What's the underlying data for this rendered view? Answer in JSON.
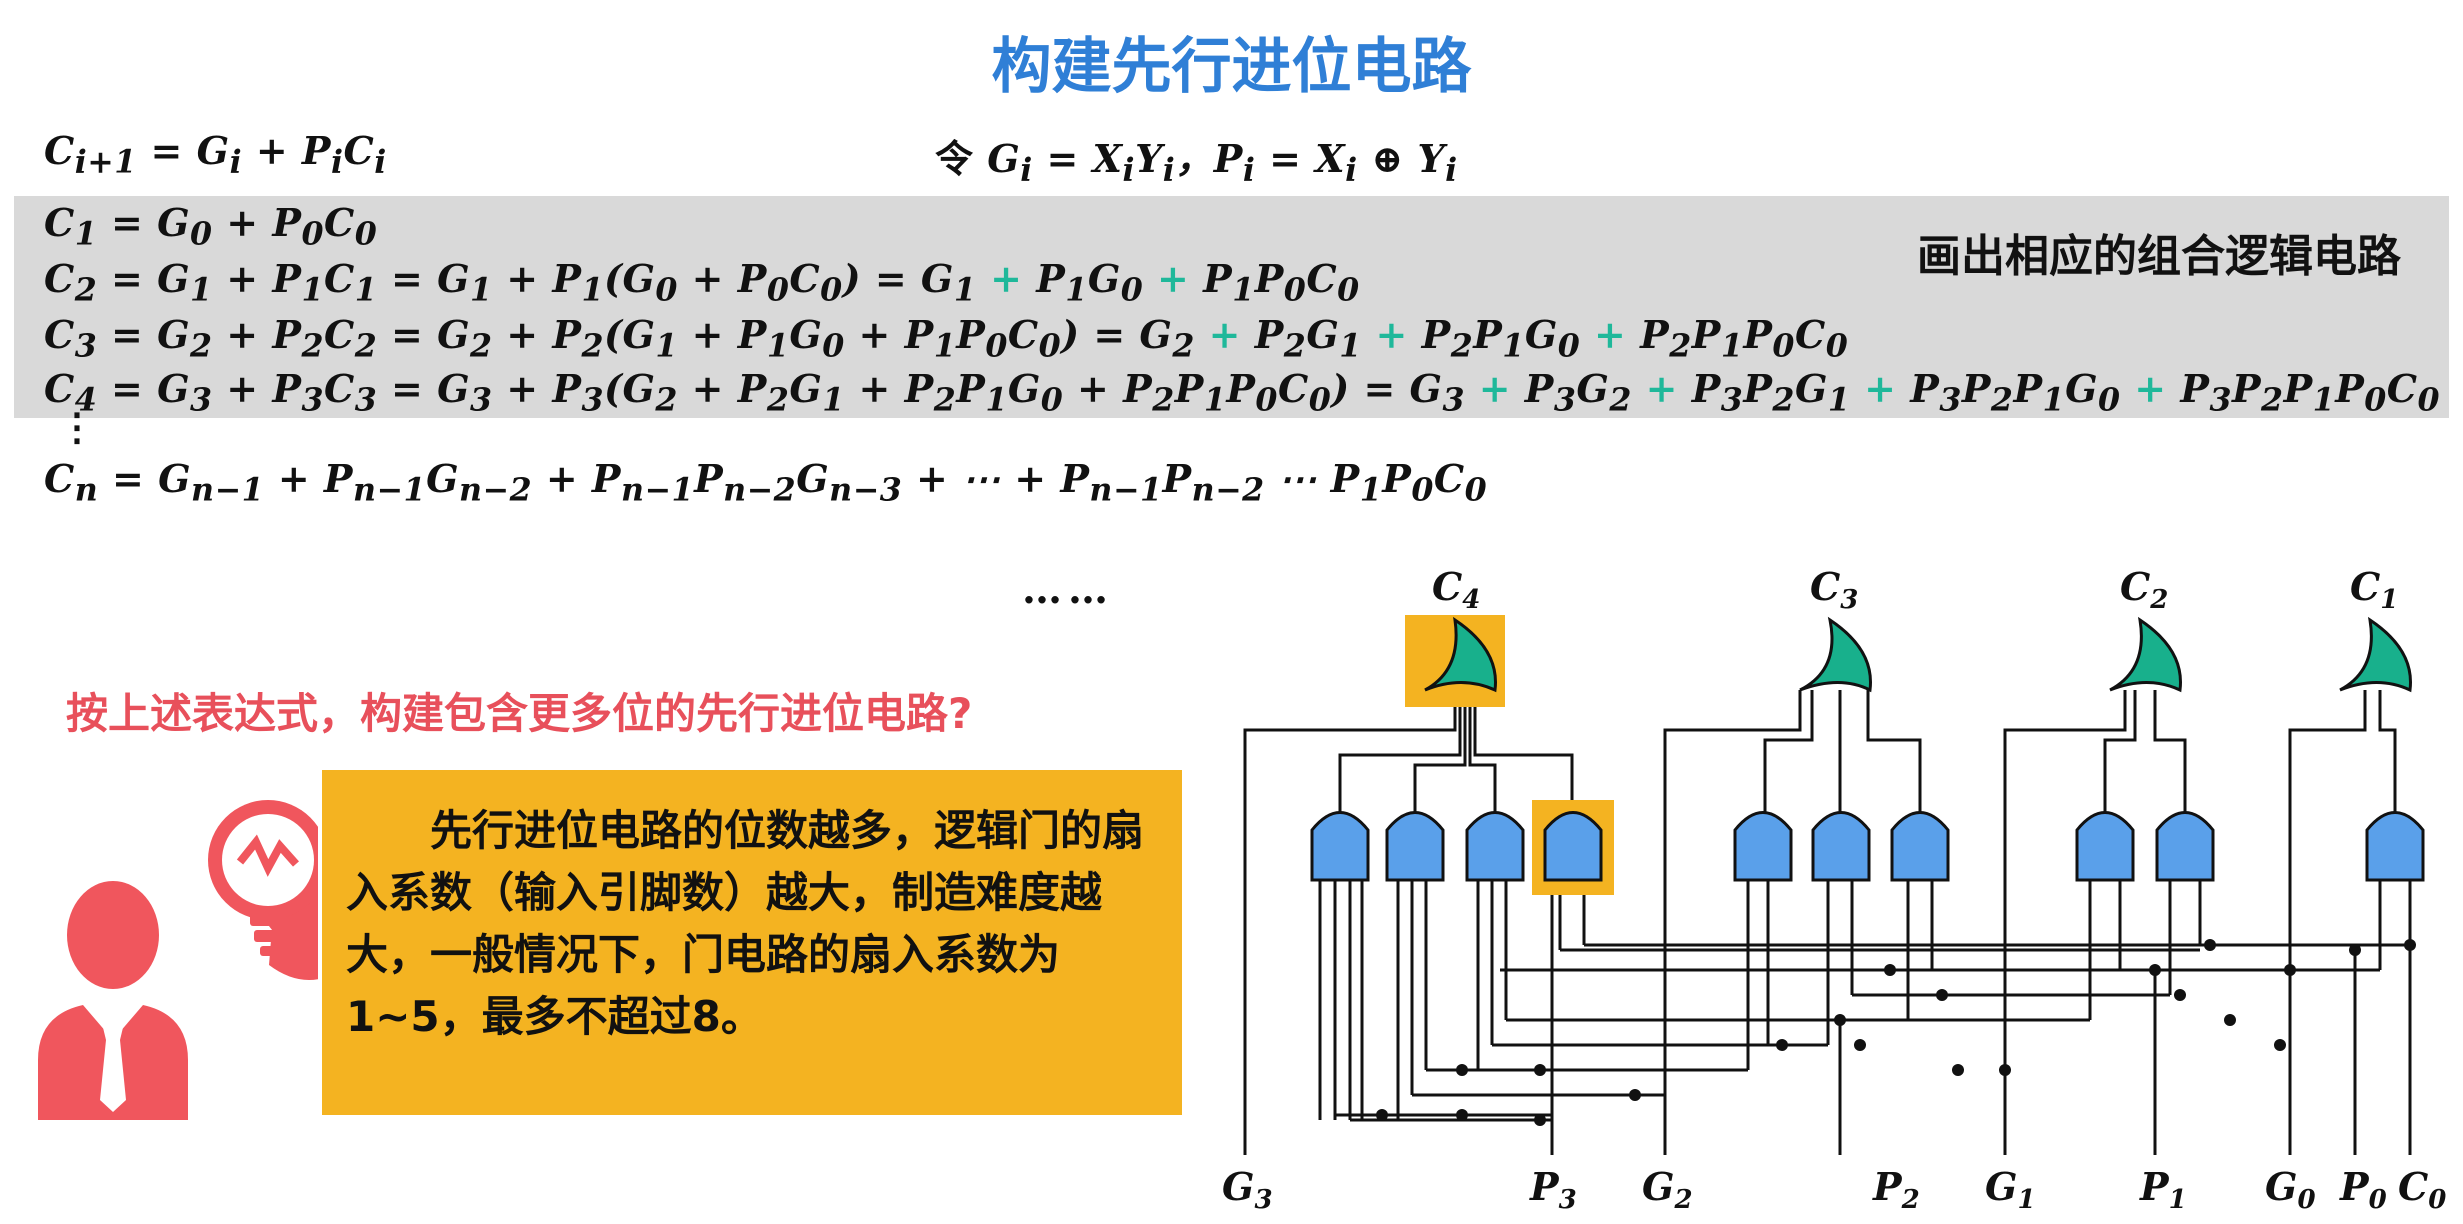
{
  "title": "构建先行进位电路",
  "formula_general": "C_{i+1} = G_i + P_iC_i",
  "formula_def": "令 G_i = X_iY_i，P_i = X_i ⊕ Y_i",
  "note": "画出相应的组合逻辑电路",
  "ellipsis": "……",
  "question": "按上述表达式，构建包含更多位的先行进位电路?",
  "explanation": "先行进位电路的位数越多，逻辑门的扇入系数（输入引脚数）越大，制造难度越大，一般情况下，门电路的扇入系数为1~5，最多不超过8。",
  "circuit": {
    "outputs": [
      "C4",
      "C3",
      "C2",
      "C1"
    ],
    "inputs": [
      "G3",
      "P3",
      "G2",
      "P2",
      "G1",
      "P1",
      "G0",
      "P0",
      "C0"
    ]
  },
  "colors": {
    "title": "#2f7fd6",
    "and_gate": "#5aa0ea",
    "or_gate": "#18b08c",
    "highlight": "#f4b321",
    "question": "#e8505b"
  }
}
